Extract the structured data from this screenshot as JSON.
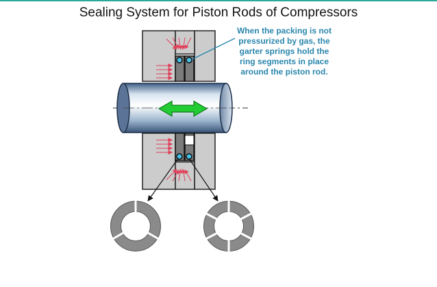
{
  "title": "Sealing System for Piston Rods of Compressors",
  "callout": {
    "lines": [
      "When the packing is not",
      "pressurized by gas, the",
      "garter springs hold the",
      "ring segments in place",
      "around the piston rod."
    ]
  },
  "colors": {
    "accent_line": "#2aa99b",
    "callout_text": "#2a86ad",
    "pressure_arrows": "#e0405a",
    "motion_arrow": "#22cc33",
    "spring": "#44c4ea",
    "housing": "#cccccc",
    "ring": "#888888"
  }
}
